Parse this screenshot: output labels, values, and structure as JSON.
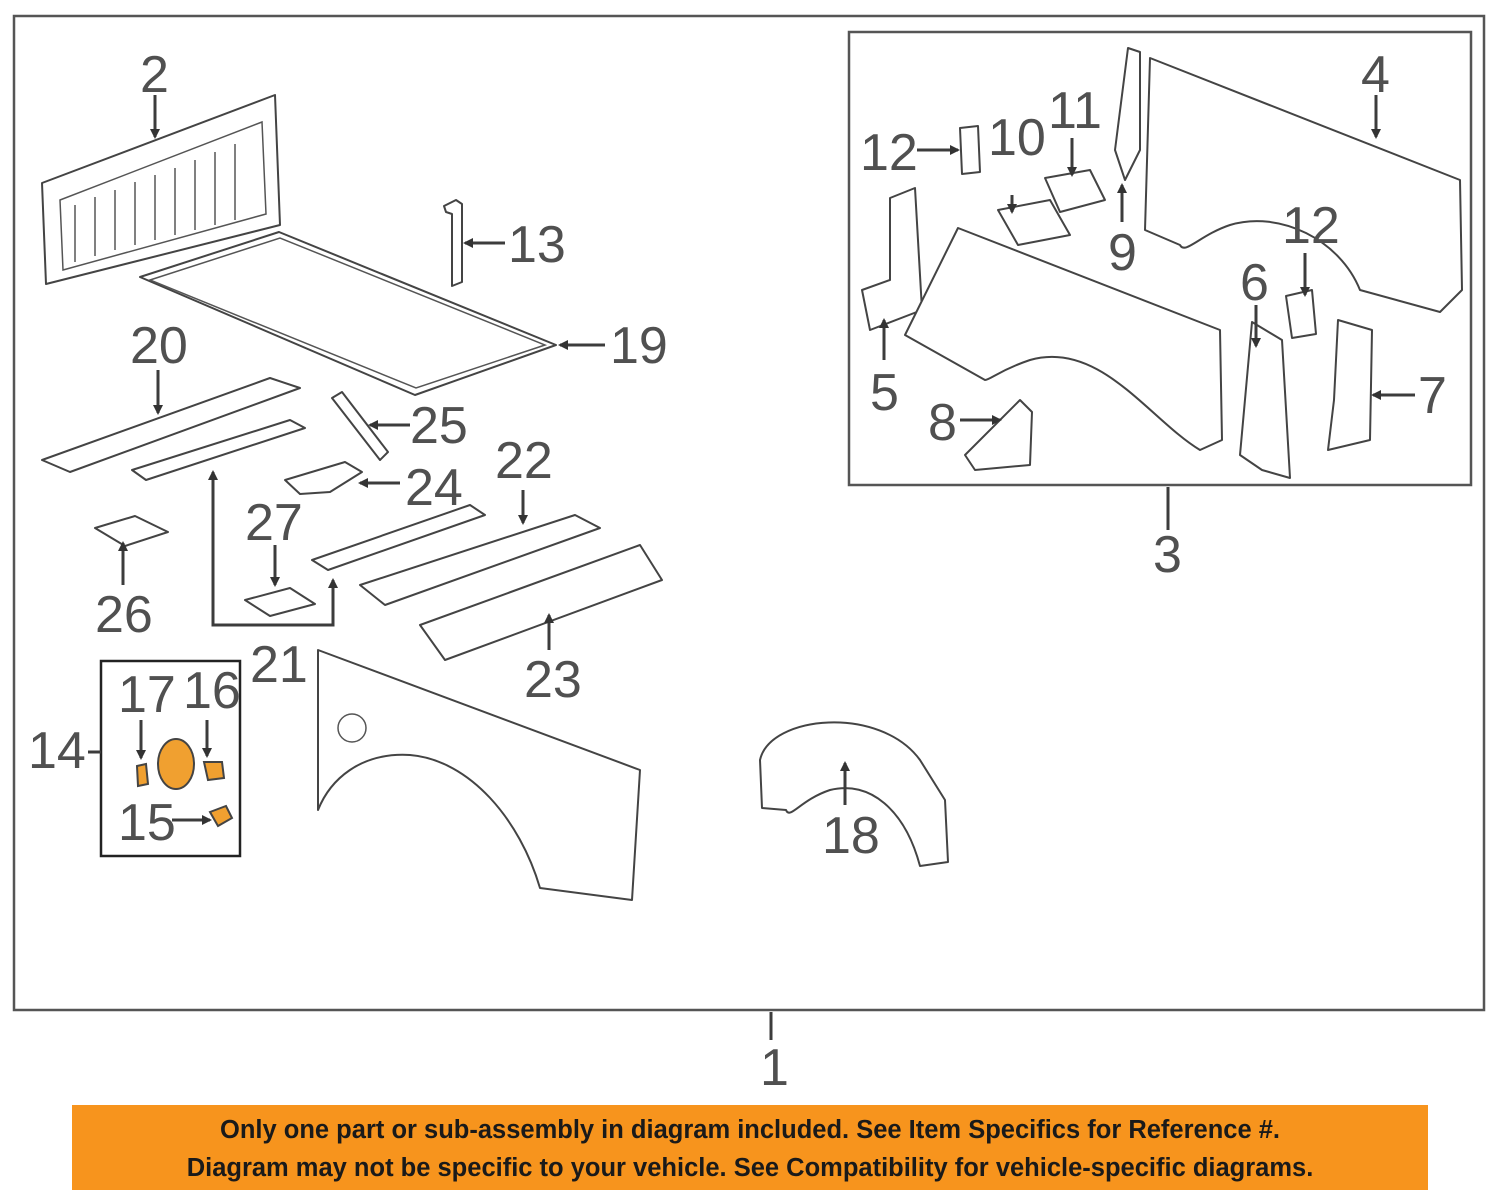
{
  "callouts": {
    "c1": "1",
    "c2": "2",
    "c3": "3",
    "c4": "4",
    "c5": "5",
    "c6": "6",
    "c7": "7",
    "c8": "8",
    "c9": "9",
    "c10": "10",
    "c11": "11",
    "c12a": "12",
    "c12b": "12",
    "c13": "13",
    "c14": "14",
    "c15": "15",
    "c16": "16",
    "c17": "17",
    "c18": "18",
    "c19": "19",
    "c20": "20",
    "c21": "21",
    "c22": "22",
    "c23": "23",
    "c24": "24",
    "c25": "25",
    "c26": "26",
    "c27": "27"
  },
  "notice": {
    "line1": "Only one part or sub-assembly in diagram included. See Item Specifics for Reference #.",
    "line2": "Diagram may not be specific to your vehicle. See Compatibility for vehicle-specific diagrams."
  },
  "colors": {
    "highlight": "#f0a030",
    "banner": "#f7941d",
    "line": "#3c3c3c"
  }
}
